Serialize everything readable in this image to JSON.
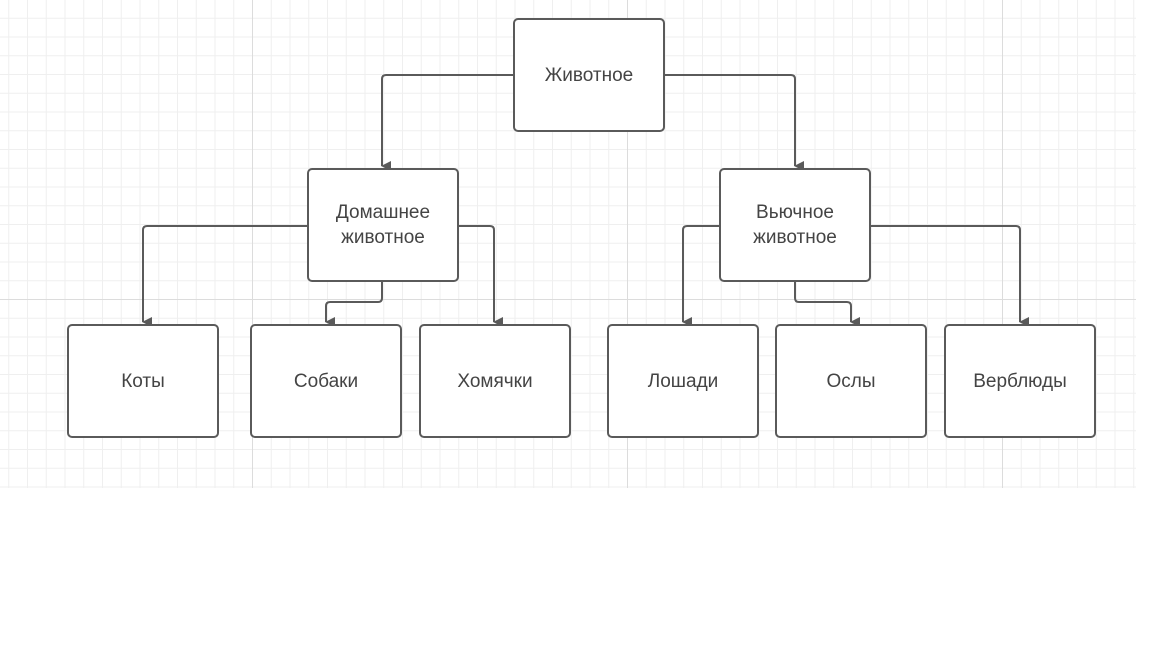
{
  "diagram": {
    "root": {
      "label": "Животное"
    },
    "domestic": {
      "label": "Домашнее\nживотное"
    },
    "pack": {
      "label": "Вьючное\nживотное"
    },
    "leaves": {
      "cats": "Коты",
      "dogs": "Собаки",
      "hamsters": "Хомячки",
      "horses": "Лошади",
      "donkeys": "Ослы",
      "camels": "Верблюды"
    },
    "edges": [
      {
        "from": "Животное",
        "to": "Домашнее животное"
      },
      {
        "from": "Животное",
        "to": "Вьючное животное"
      },
      {
        "from": "Домашнее животное",
        "to": "Коты"
      },
      {
        "from": "Домашнее животное",
        "to": "Собаки"
      },
      {
        "from": "Домашнее животное",
        "to": "Хомячки"
      },
      {
        "from": "Вьючное животное",
        "to": "Лошади"
      },
      {
        "from": "Вьючное животное",
        "to": "Ослы"
      },
      {
        "from": "Вьючное животное",
        "to": "Верблюды"
      }
    ],
    "colors": {
      "stroke": "#5a5a5a",
      "text": "#444444",
      "grid_major": "#dcdcdc",
      "grid_minor": "#efefef"
    }
  }
}
